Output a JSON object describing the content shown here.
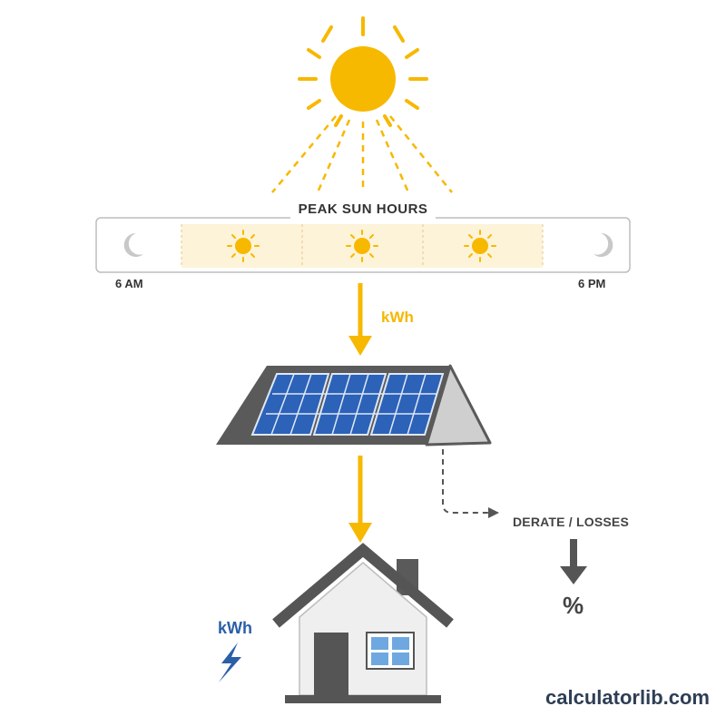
{
  "timeline": {
    "title": "PEAK SUN HOURS",
    "start_label": "6 AM",
    "end_label": "6 PM"
  },
  "flow": {
    "sun_to_panel_label": "kWh",
    "home_energy_label": "kWh"
  },
  "losses": {
    "label": "DERATE / LOSSES",
    "unit": "%"
  },
  "brand": "calculatorlib.com",
  "colors": {
    "sun": "#f7b800",
    "sun_band": "#fdf3d8",
    "panel_cell": "#2c62b8",
    "roof": "#5a5a5a",
    "house_door": "#555555",
    "window": "#6fa8e0",
    "energy_blue": "#2b5fa8",
    "losses_gray": "#555555"
  },
  "icons": [
    "sun-icon",
    "moon-icon",
    "small-sun-icon",
    "solar-panel-icon",
    "house-icon",
    "lightning-bolt-icon",
    "arrow-down-icon"
  ]
}
